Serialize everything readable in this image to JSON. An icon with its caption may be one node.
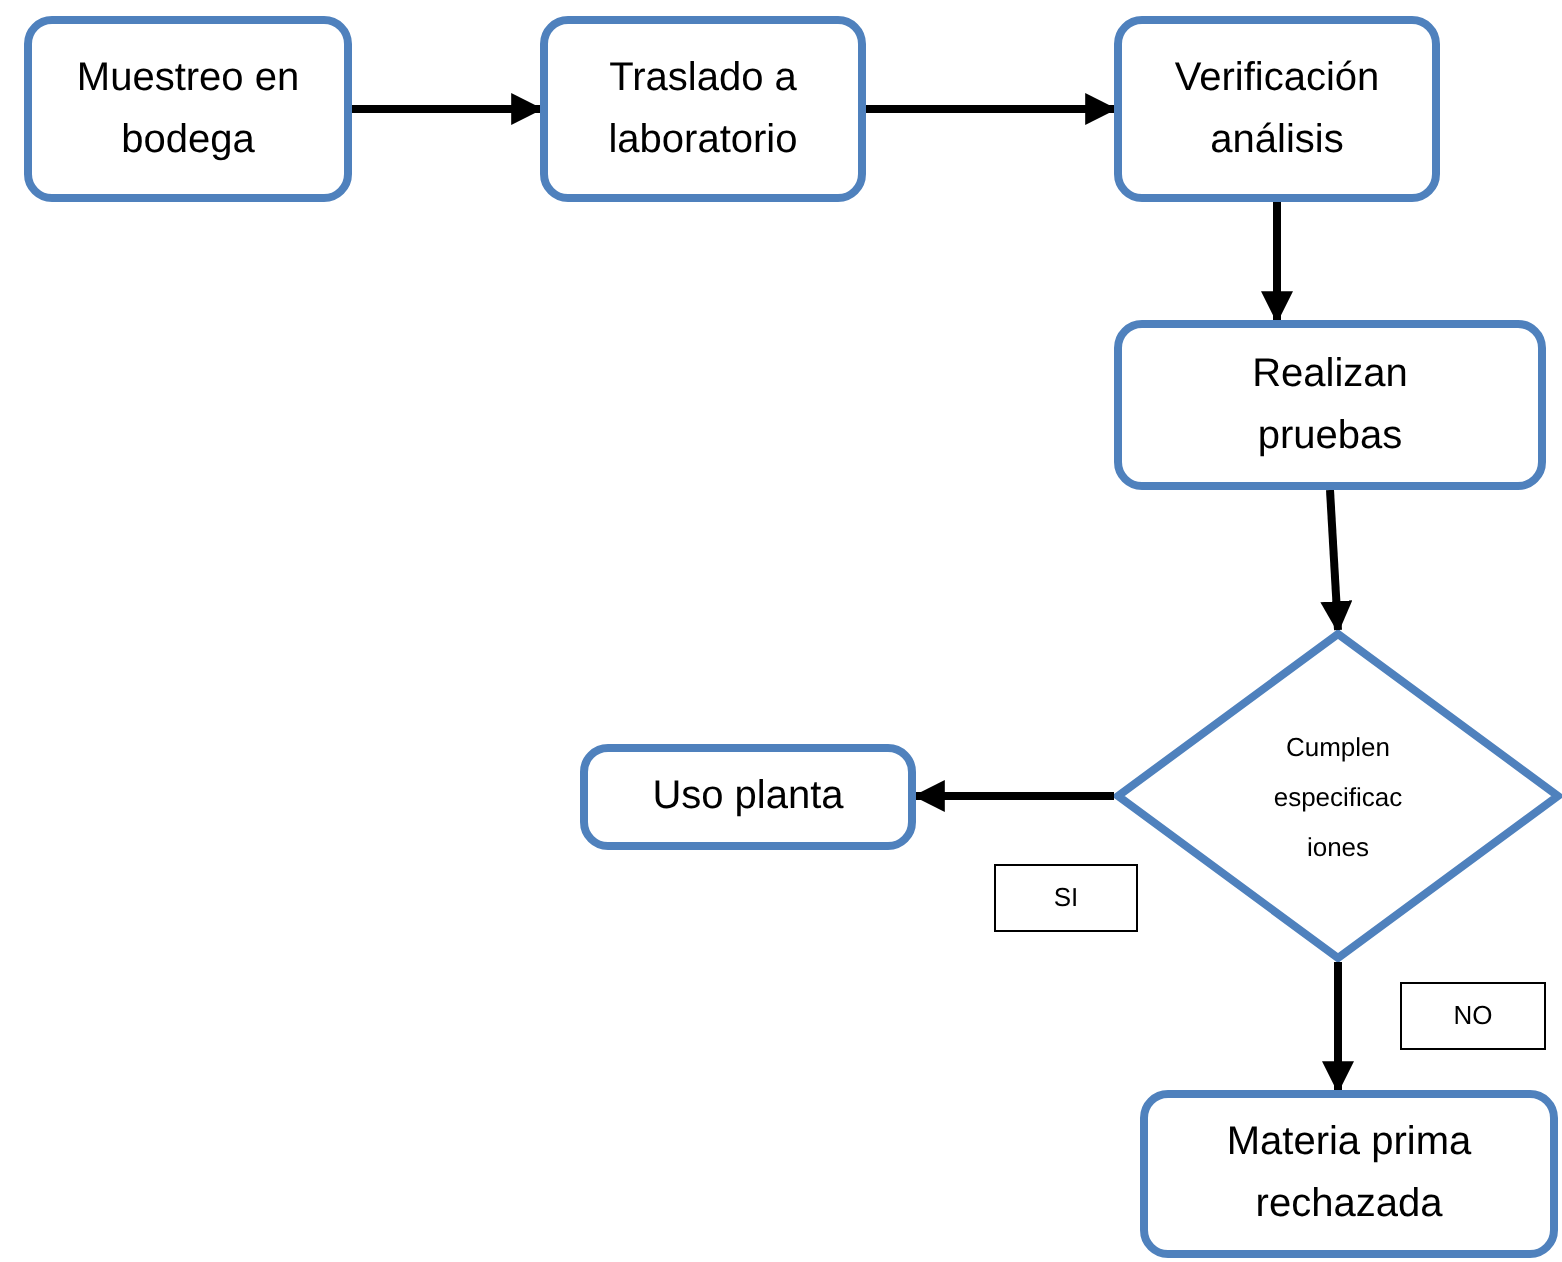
{
  "diagram": {
    "nodes": [
      {
        "text": [
          "Muestreo en bodega"
        ]
      },
      {
        "text": [
          "Traslado a laboratorio"
        ]
      },
      {
        "text": [
          "Verificación análisis"
        ]
      },
      {
        "text": [
          "Realizan pruebas"
        ]
      },
      {
        "text": [
          "Cumplen especificac iones"
        ]
      },
      {
        "text": [
          "Uso planta"
        ]
      },
      {
        "text": [
          "Materia prima rechazada"
        ]
      },
      {
        "text": [
          "SI"
        ]
      },
      {
        "text": [
          "NO"
        ]
      }
    ],
    "edges": [
      {
        "from": 0,
        "to": 1,
        "arrow": "to"
      },
      {
        "from": 1,
        "to": 2,
        "arrow": "to"
      },
      {
        "from": 2,
        "to": 3,
        "arrow": "to"
      },
      {
        "from": 3,
        "to": 4,
        "arrow": "to"
      },
      {
        "from": 4,
        "to": 5,
        "arrow": "to"
      },
      {
        "from": 4,
        "to": 6,
        "arrow": "to"
      }
    ]
  }
}
